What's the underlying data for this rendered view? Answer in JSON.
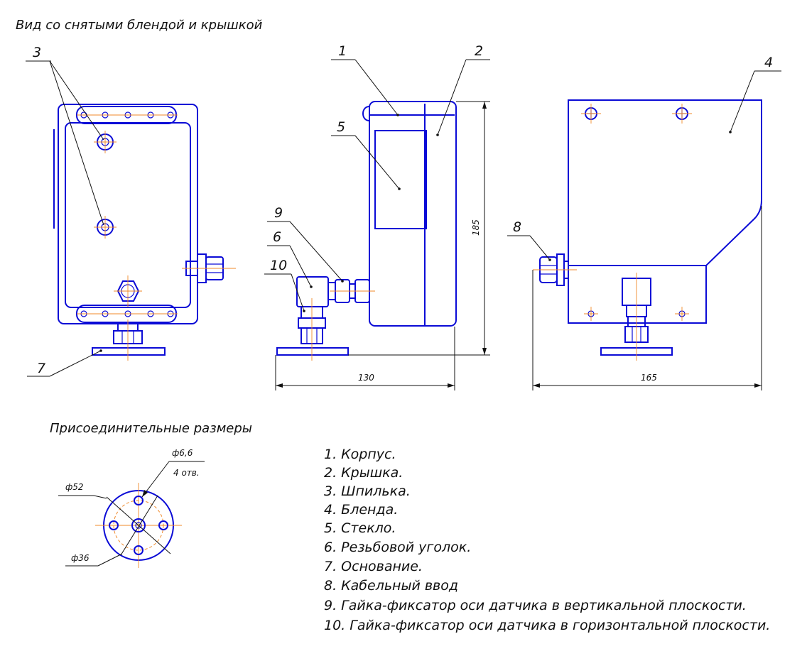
{
  "titles": {
    "view_without_cover": "Вид со снятыми блендой и крышкой",
    "mounting_dims": "Присоединительные размеры"
  },
  "labels": {
    "p1": "1",
    "p2": "2",
    "p3": "3",
    "p4": "4",
    "p5": "5",
    "p6": "6",
    "p7": "7",
    "p8": "8",
    "p9": "9",
    "p10": "10"
  },
  "dimensions": {
    "height": "185",
    "width_side": "130",
    "width_rear": "165",
    "hole_dia": "ф6,6",
    "hole_count": "4 отв.",
    "outer_dia": "ф52",
    "pcd_dia": "ф36"
  },
  "legend": [
    "1. Корпус.",
    "2. Крышка.",
    "3. Шпилька.",
    "4. Бленда.",
    "5. Стекло.",
    "6. Резьбовой уголок.",
    "7. Основание.",
    "8. Кабельный ввод",
    "9. Гайка-фиксатор оси датчика в вертикальной плоскости.",
    "10. Гайка-фиксатор оси датчика в горизонтальной плоскости."
  ],
  "colors": {
    "outline": "#0b0bd6",
    "centerline": "#f08a2a",
    "text": "#111111"
  }
}
